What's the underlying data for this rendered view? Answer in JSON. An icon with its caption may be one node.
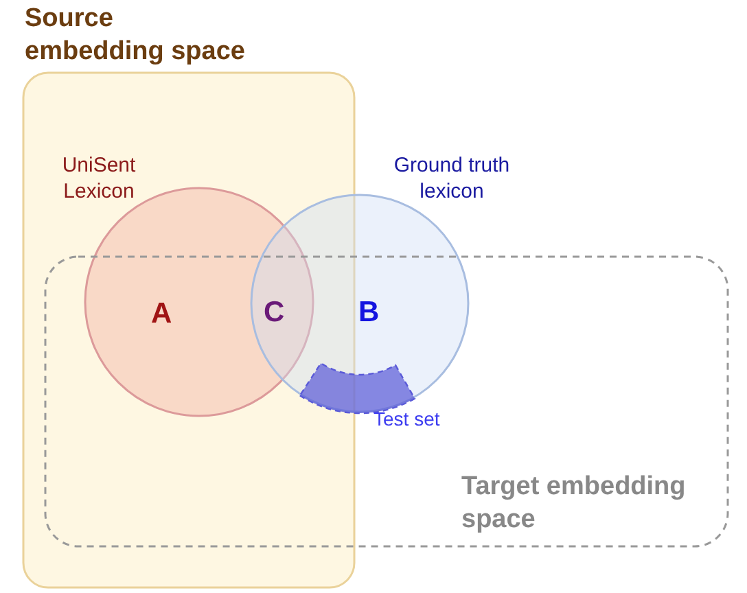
{
  "diagram": {
    "nodes": [
      {
        "text": [
          "Source embedding space"
        ]
      },
      {
        "text": [
          "UniSent Lexicon"
        ],
        "in": 0
      },
      {
        "text": [
          "Ground truth lexicon"
        ]
      },
      {
        "text": [
          "Target embedding space"
        ]
      },
      {
        "text": [],
        "shape": "arc",
        "beside": [
          "Test set"
        ]
      }
    ],
    "labels": [
      "A",
      "C",
      "B"
    ]
  }
}
